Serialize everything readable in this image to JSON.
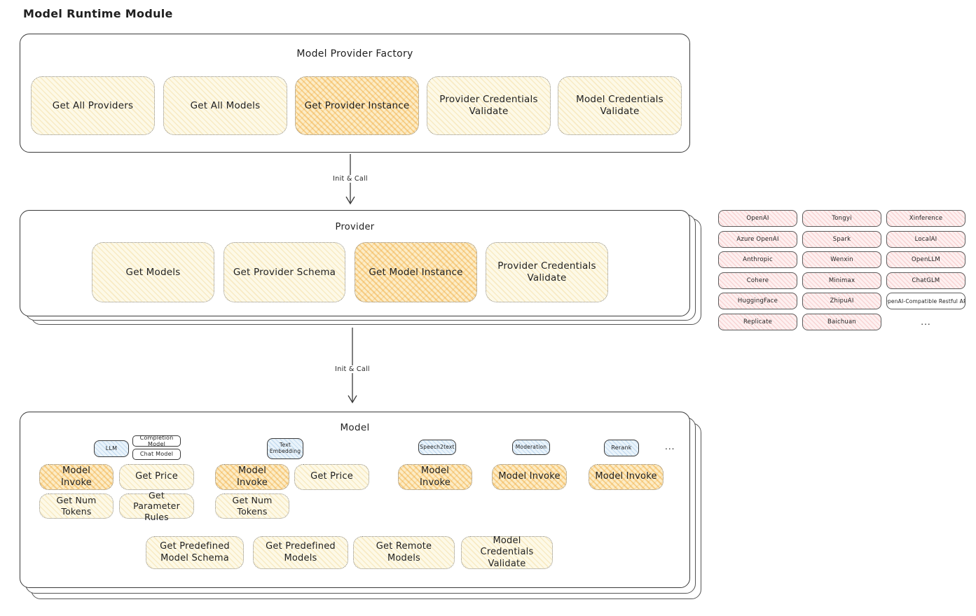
{
  "title": "Model Runtime Module",
  "arrow1": {
    "label": "Init & Call"
  },
  "arrow2": {
    "label": "Init & Call"
  },
  "factory": {
    "title": "Model Provider Factory",
    "buttons": [
      {
        "label": "Get All Providers",
        "highlight": false
      },
      {
        "label": "Get All Models",
        "highlight": false
      },
      {
        "label": "Get Provider Instance",
        "highlight": true
      },
      {
        "label": "Provider Credentials Validate",
        "highlight": false
      },
      {
        "label": "Model Credentials Validate",
        "highlight": false
      }
    ]
  },
  "provider": {
    "title": "Provider",
    "buttons": [
      {
        "label": "Get Models",
        "highlight": false
      },
      {
        "label": "Get Provider Schema",
        "highlight": false
      },
      {
        "label": "Get Model Instance",
        "highlight": true
      },
      {
        "label": "Provider Credentials Validate",
        "highlight": false
      }
    ]
  },
  "providers_grid": {
    "items": [
      "OpenAI",
      "Tongyi",
      "Xinference",
      "Azure OpenAI",
      "Spark",
      "LocalAI",
      "Anthropic",
      "Wenxin",
      "OpenLLM",
      "Cohere",
      "Minimax",
      "ChatGLM",
      "HuggingFace",
      "ZhipuAI",
      "OpenAI-Compatible Restful API",
      "Replicate",
      "Baichuan",
      "..."
    ]
  },
  "model": {
    "title": "Model",
    "tags": {
      "llm": "LLM",
      "completion": "Completion Model",
      "chat": "Chat Model",
      "text_embedding": "Text Embedding",
      "speech2text": "Speech2text",
      "moderation": "Moderation",
      "rerank": "Rerank",
      "more": "..."
    },
    "buttons": {
      "llm_invoke": "Model Invoke",
      "llm_get_price": "Get Price",
      "llm_get_num_tokens": "Get Num Tokens",
      "llm_get_parameter_rules": "Get Parameter Rules",
      "te_invoke": "Model Invoke",
      "te_get_price": "Get Price",
      "te_get_num_tokens": "Get Num Tokens",
      "s2t_invoke": "Model Invoke",
      "mod_invoke": "Model Invoke",
      "rerank_invoke": "Model Invoke",
      "get_predefined_model_schema": "Get Predefined Model Schema",
      "get_predefined_models": "Get Predefined Models",
      "get_remote_models": "Get Remote Models",
      "model_credentials_validate": "Model Credentials Validate"
    }
  },
  "colors": {
    "node_yellow": "#fdf9e7",
    "node_orange_highlight": "#fcecc6",
    "tag_blue": "#e9f3fb",
    "provider_pink": "#fdf0f0",
    "stroke_dark": "#3a3a3a"
  }
}
